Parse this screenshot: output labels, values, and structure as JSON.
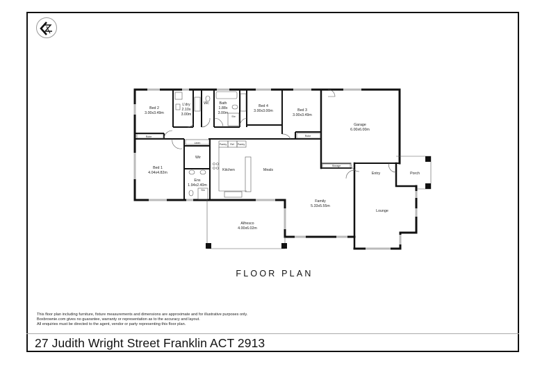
{
  "logo": {
    "icon": "kz-chevron-logo"
  },
  "title": "FLOOR PLAN",
  "rooms": [
    {
      "id": "bed2",
      "name": "Bed 2",
      "dims": "3.00x3.49m"
    },
    {
      "id": "ldry",
      "name": "L'dry",
      "dims_line1": "2.10x",
      "dims_line2": "3.00m"
    },
    {
      "id": "wc",
      "name": "Wc"
    },
    {
      "id": "bath",
      "name": "Bath",
      "dims_line1": "1.88x",
      "dims_line2": "3.00m"
    },
    {
      "id": "bed4",
      "name": "Bed 4",
      "dims": "3.00x3.00m"
    },
    {
      "id": "bed3",
      "name": "Bed 3",
      "dims": "3.00x3.49m"
    },
    {
      "id": "garage",
      "name": "Garage",
      "dims": "6.00x6.00m"
    },
    {
      "id": "bed1",
      "name": "Bed 1",
      "dims": "4.04x4.82m"
    },
    {
      "id": "wir",
      "name": "Wir"
    },
    {
      "id": "ens",
      "name": "Ens",
      "dims": "1.94x2.40m"
    },
    {
      "id": "kitchen",
      "name": "Kitchen"
    },
    {
      "id": "meals",
      "name": "Meals"
    },
    {
      "id": "family",
      "name": "Family",
      "dims": "5.33x5.55m"
    },
    {
      "id": "entry",
      "name": "Entry"
    },
    {
      "id": "porch",
      "name": "Porch"
    },
    {
      "id": "lounge",
      "name": "Lounge"
    },
    {
      "id": "alfresco",
      "name": "Alfresco",
      "dims": "4.00x6.02m"
    }
  ],
  "fixtures": {
    "robe": "Robe",
    "linen": "Linen",
    "pantry": "Pantry",
    "ref": "Ref",
    "storage": "Storage",
    "shr": "Shr"
  },
  "disclaimer": [
    "This floor plan including furniture, fixture measurements and dimensions are approximate and for illustrative purposes only.",
    "Boxbrownie.com gives no guarantee, warranty or representation as to the accuracy and layout.",
    "All enquiries must be directed to the agent, vendor or party representing this floor plan."
  ],
  "address": "27 Judith Wright Street Franklin ACT 2913"
}
